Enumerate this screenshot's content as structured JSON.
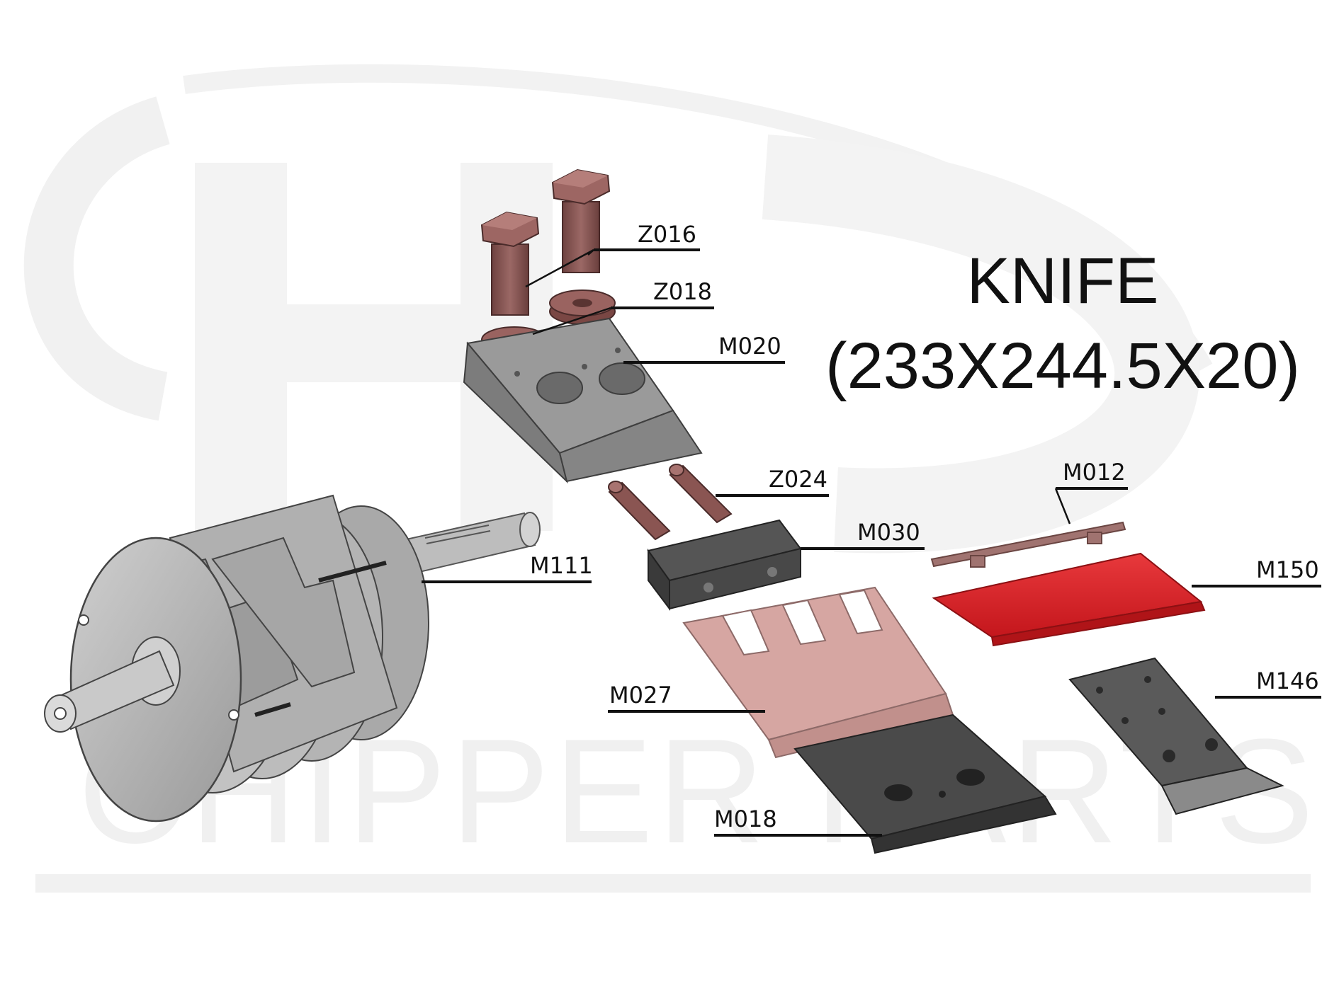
{
  "title": {
    "line1": "KNIFE",
    "line2": "(233X244.5X20)"
  },
  "watermark": {
    "text": "CHIPPER PARTS"
  },
  "parts": {
    "Z016": "Z016",
    "Z018": "Z018",
    "M020": "M020",
    "Z024": "Z024",
    "M030": "M030",
    "M111": "M111",
    "M012": "M012",
    "M150": "M150",
    "M146": "M146",
    "M027": "M027",
    "M018": "M018"
  },
  "colors": {
    "bolt": "#8c5a58",
    "steel": "#8a8a8a",
    "dark": "#3e3e3e",
    "knife": "#d82a2e",
    "plate_pink": "#d4a39f"
  }
}
